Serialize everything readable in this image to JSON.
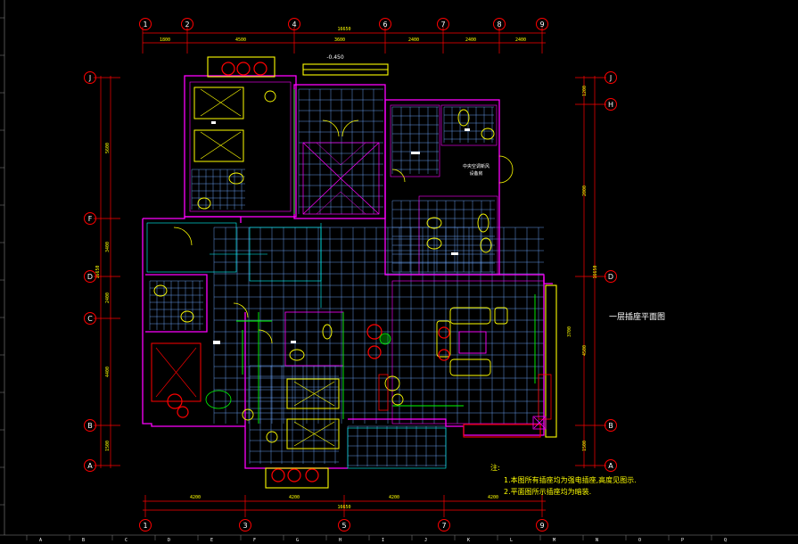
{
  "drawing": {
    "title": "一层插座平面图",
    "level_top": "-0.450",
    "overall_top": "16650",
    "overall_bottom": "16650",
    "dim_top_parts": [
      "1800",
      "4500",
      "3600",
      "2400",
      "2400",
      "2400"
    ],
    "dim_bottom_parts": [
      "4200",
      "4200",
      "4200",
      "4200"
    ],
    "dim_left_parts": [
      "5600",
      "3400",
      "2400",
      "4400",
      "1500"
    ],
    "dim_right_parts": [
      "1200",
      "2000",
      "4500",
      "3700",
      "1500"
    ],
    "right_total": "16650",
    "left_total": "16650",
    "room_label_mech": "中央空调新风",
    "room_label_mech2": "设备房",
    "notes_title": "注:",
    "notes": [
      "1.本图所有插座均为强电插座,高度见图示.",
      "2.平面图所示插座均为暗装."
    ]
  },
  "axes": {
    "top": [
      "1",
      "2",
      "4",
      "6",
      "7",
      "8",
      "9"
    ],
    "bottom": [
      "1",
      "3",
      "5",
      "7",
      "9"
    ],
    "left": [
      "J",
      "F",
      "D",
      "C",
      "B",
      "A"
    ],
    "right": [
      "J",
      "H",
      "D",
      "B",
      "A"
    ]
  },
  "ruler": {
    "bottom": [
      "A",
      "B",
      "C",
      "D",
      "E",
      "F",
      "G",
      "H",
      "I",
      "J",
      "K",
      "L",
      "M",
      "N",
      "O",
      "P",
      "Q"
    ],
    "side_count": 14
  },
  "colors": {
    "background": "#000000",
    "wall": "#ff00ff",
    "grid": "#6fa8ff",
    "furniture": "#ffff00",
    "dim": "#ff0000",
    "text": "#ffffff",
    "green": "#00ff00",
    "cyan": "#00ffff"
  }
}
